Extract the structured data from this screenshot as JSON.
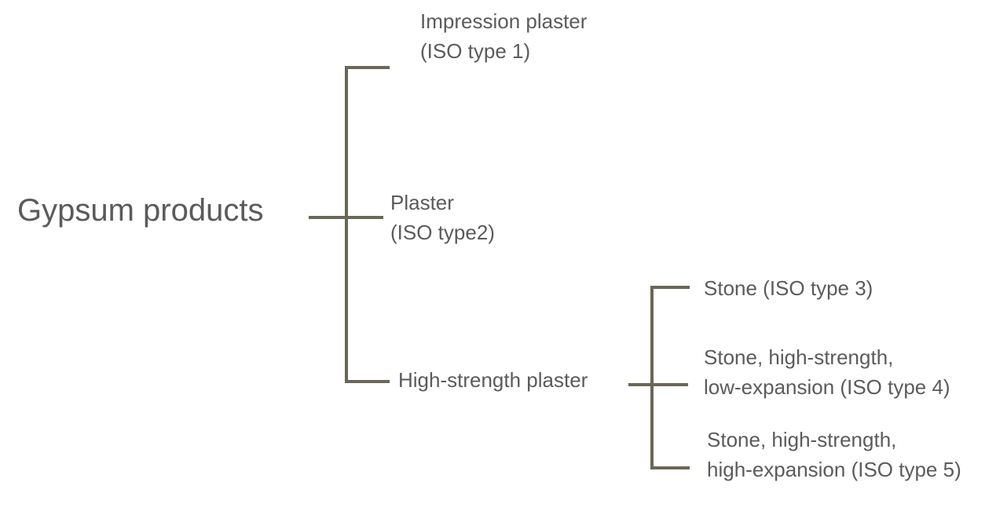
{
  "diagram": {
    "root": "Gypsum products",
    "branches": [
      {
        "line1": "Impression plaster",
        "line2": "(ISO type 1)"
      },
      {
        "line1": "Plaster",
        "line2": "(ISO type2)"
      },
      {
        "line1": "High-strength plaster"
      }
    ],
    "sub_branches": [
      {
        "line1": "Stone (ISO type 3)"
      },
      {
        "line1": "Stone, high-strength,",
        "line2": "low-expansion (ISO type 4)"
      },
      {
        "line1": "Stone, high-strength,",
        "line2": "high-expansion (ISO type 5)"
      }
    ],
    "line_color": "#6b6756",
    "text_color": "#5b5b5b"
  }
}
